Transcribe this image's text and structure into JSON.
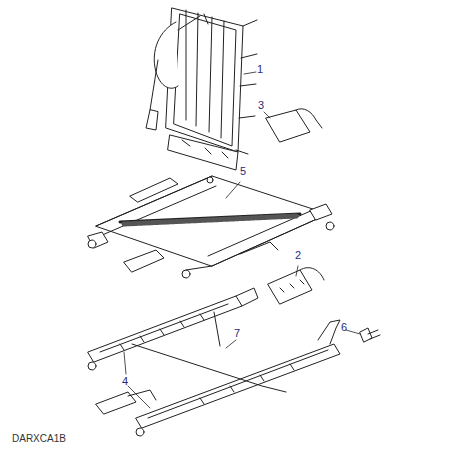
{
  "diagram": {
    "labels": [
      "1",
      "3",
      "5",
      "2",
      "6",
      "7",
      "4",
      "DARXCA1B"
    ]
  }
}
